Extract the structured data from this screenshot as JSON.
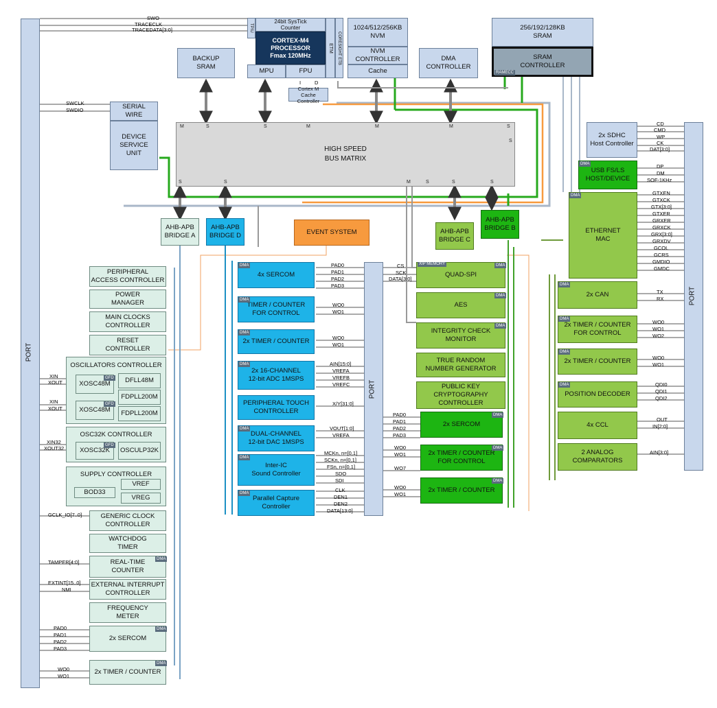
{
  "port_label": "PORT",
  "blocks": {
    "systick": "24bit SysTick\nCounter",
    "tpiu": "TPIU",
    "cortex": "CORTEX-M4\nPROCESSOR\nFmax 120MHz",
    "etm": "ETM",
    "coresight": "CORESIGHT ETB",
    "mpu": "MPU",
    "fpu": "FPU",
    "cache": "Cortex M\nCache Controller",
    "nvm_size": "1024/512/256KB\nNVM",
    "nvm_ctrl": "NVM\nCONTROLLER",
    "nvm_cache": "Cache",
    "sram_size": "256/192/128KB\nSRAM",
    "sram_ctrl": "SRAM\nCONTROLLER",
    "ramecc": "RAMECC",
    "dma_ctrl": "DMA\nCONTROLLER",
    "backup_sram": "BACKUP\nSRAM",
    "serial_wire": "SERIAL\nWIRE",
    "dsu": "DEVICE\nSERVICE\nUNIT",
    "bus_matrix": "HIGH SPEED\nBUS MATRIX",
    "sdhc": "2x SDHC\nHost Controller",
    "usb": "USB FS/LS\nHOST/DEVICE",
    "ethernet": "ETHERNET\nMAC",
    "bridge_a": "AHB-APB\nBRIDGE A",
    "bridge_d": "AHB-APB\nBRIDGE D",
    "bridge_c": "AHB-APB\nBRIDGE C",
    "bridge_b": "AHB-APB\nBRIDGE B",
    "event_system": "EVENT SYSTEM",
    "pac": "PERIPHERAL\nACCESS CONTROLLER",
    "power_mgr": "POWER\nMANAGER",
    "mclk": "MAIN CLOCKS\nCONTROLLER",
    "reset": "RESET\nCONTROLLER",
    "osc_ctrl": "OSCILLATORS CONTROLLER",
    "xosc48_1": "XOSC48M",
    "xosc48_2": "XOSC48M",
    "dfll": "DFLL48M",
    "fdpll_1": "FDPLL200M",
    "fdpll_2": "FDPLL200M",
    "osc32_ctrl": "OSC32K CONTROLLER",
    "xosc32": "XOSC32K",
    "osculp": "OSCULP32K",
    "supply": "SUPPLY CONTROLLER",
    "bod": "BOD33",
    "vref": "VREF",
    "vreg": "VREG",
    "gclk": "GENERIC CLOCK\nCONTROLLER",
    "wdt": "WATCHDOG\nTIMER",
    "rtc": "REAL-TIME\nCOUNTER",
    "eic": "EXTERNAL INTERRUPT\nCONTROLLER",
    "freqm": "FREQUENCY\nMETER",
    "sercom_a": "2x SERCOM",
    "tc_a": "2x TIMER / COUNTER",
    "sercom_4": "4x SERCOM",
    "tcc_d": "TIMER / COUNTER\nFOR CONTROL",
    "tc_d": "2x TIMER / COUNTER",
    "adc": "2x 16-CHANNEL\n12-bit ADC 1MSPS",
    "ptc": "PERIPHERAL TOUCH\nCONTROLLER",
    "dac": "DUAL-CHANNEL\n12-bit DAC 1MSPS",
    "i2s": "Inter-IC\nSound Controller",
    "pcc": "Parallel Capture\nController",
    "qspi": "QUAD-SPI",
    "xip": "XIP\nMEMORY",
    "aes": "AES",
    "icm": "INTEGRITY CHECK\nMONITOR",
    "trng": "TRUE RANDOM\nNUMBER GENERATOR",
    "pukcc": "PUBLIC KEY\nCRYPTOGRAPHY\nCONTROLLER",
    "sercom_c": "2x SERCOM",
    "tcc_c": "2x TIMER / COUNTER\nFOR CONTROL",
    "tc_c": "2x TIMER / COUNTER",
    "can": "2x CAN",
    "tcc_b": "2x TIMER / COUNTER\nFOR CONTROL",
    "tc_b": "2x TIMER / COUNTER",
    "pdec": "POSITION DECODER",
    "ccl": "4x CCL",
    "ac": "2 ANALOG\nCOMPARATORS",
    "gfd": "GFD",
    "dma_tag": "DMA"
  },
  "bus_ports": {
    "m": "M",
    "s": "S"
  },
  "signals": {
    "swo": "SWO",
    "traceclk": "TRACECLK",
    "tracedata": "TRACEDATA[3:0]",
    "swclk": "SWCLK",
    "swdio": "SWDIO",
    "xin": "XIN",
    "xout": "XOUT",
    "xin32": "XIN32",
    "xout32": "XOUT32",
    "gclk_io": "GCLK_IO[7..0]",
    "tamper": "TAMPER[4:0]",
    "extint": "EXTINT[15..0]",
    "nmi": "NMI",
    "pad0": "PAD0",
    "pad1": "PAD1",
    "pad2": "PAD2",
    "pad3": "PAD3",
    "wo0": "WO0",
    "wo1": "WO1",
    "wo2": "WO2",
    "wo7": "WO7",
    "ain15": "AIN[15:0]",
    "vrefa": "VREFA",
    "vrefb": "VREFB",
    "vrefc": "VREFC",
    "xy": "X/Y[31:0]",
    "vout": "VOUT[1:0]",
    "mckn": "MCKn, n=[0,1]",
    "sckn": "SCKn, n=[0,1]",
    "fsn": "FSn, n=[0,1]",
    "sdo": "SDO",
    "sdi": "SDI",
    "clk": "CLK",
    "den1": "DEN1",
    "den2": "DEN2",
    "data13": "DATA[13:0]",
    "cs": "CS",
    "sck": "SCK",
    "data3": "DATA[3:0]",
    "cd": "CD",
    "cmd": "CMD",
    "wp": "WP",
    "ck": "CK",
    "dat": "DAT[3:0]",
    "dp": "DP",
    "dm": "DM",
    "sof": "SOF-1KHz",
    "gtxen": "GTXEN",
    "gtxck": "GTXCK",
    "gtx": "GTX[3:0]",
    "gtxer": "GTXER",
    "grxer": "GRXER",
    "grxck": "GRXCK",
    "grx": "GRX[3:0]",
    "grxdv": "GRXDV",
    "gcol": "GCOL",
    "gcrs": "GCRS",
    "gmdio": "GMDIO",
    "gmdc": "GMDC",
    "tx": "TX",
    "rx": "RX",
    "qdi0": "QDI0",
    "qdi1": "QDI1",
    "qdi2": "QDI2",
    "out": "OUT",
    "in": "IN[2:0]",
    "ain3": "AIN[3:0]",
    "i": "I",
    "d": "D"
  },
  "colors": {
    "memory_core": "#c8d7ec",
    "processor": "#16365c",
    "bridge_a_peripherals": "#dcefe7",
    "bridge_d_peripherals": "#1eb3e8",
    "bridge_c_peripherals": "#1db512",
    "bridge_b_peripherals": "#92c84b",
    "event_system": "#f79a3e"
  }
}
